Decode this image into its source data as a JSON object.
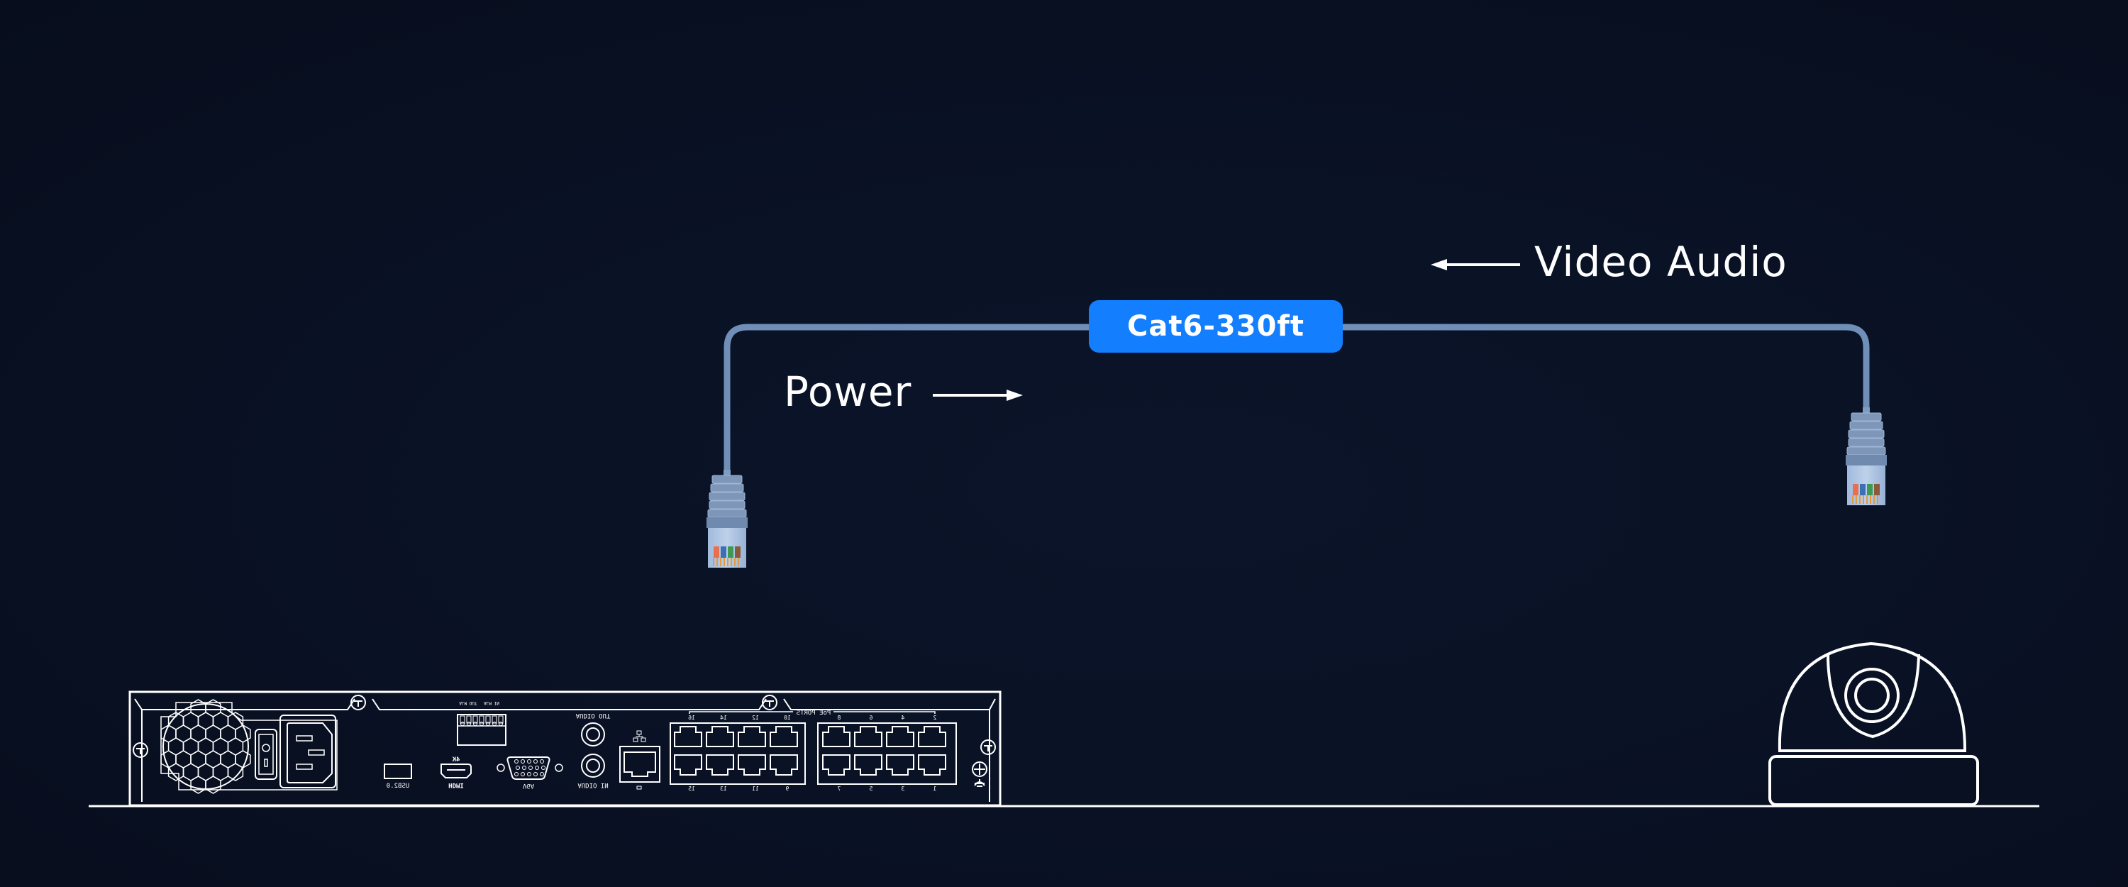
{
  "diagram": {
    "title": "PoE camera connection over Cat6 cable",
    "cable": {
      "label": "Cat6-330ft",
      "badge_color": "#137EFE",
      "cable_color": "#6F8FB8"
    },
    "annotations": {
      "video_audio": "Video Audio",
      "video_audio_direction": "left",
      "power": "Power",
      "power_direction": "right"
    },
    "connectors": [
      {
        "name": "nvr-side-rj45",
        "pin_colors": [
          "#E8704F",
          "#3D6FB5",
          "#3C9A55",
          "#8A5A3A"
        ]
      },
      {
        "name": "camera-side-rj45",
        "pin_colors": [
          "#E8704F",
          "#3D6FB5",
          "#3C9A55",
          "#8A5A3A"
        ]
      }
    ],
    "nvr": {
      "labels": {
        "usb": "USB2.0",
        "hdmi_top": "4K",
        "hdmi": "HDMI",
        "vga": "VGA",
        "audio_out": "AUDIO OUT",
        "audio_in": "AUDIO IN",
        "alarm_out": "ALM OUT",
        "alarm_in": "ALM IN",
        "poe_ports": "PoE PORTS"
      },
      "poe_top_numbers_left": [
        "16",
        "14",
        "12",
        "10"
      ],
      "poe_top_numbers_right": [
        "8",
        "6",
        "4",
        "2"
      ],
      "poe_bottom_numbers_left": [
        "15",
        "13",
        "11",
        "9"
      ],
      "poe_bottom_numbers_right": [
        "7",
        "5",
        "3",
        "1"
      ]
    },
    "camera": {
      "type": "dome camera"
    },
    "colors": {
      "background": "#0A1226",
      "line_art": "#FFFFFF",
      "text": "#FFFFFF"
    }
  }
}
